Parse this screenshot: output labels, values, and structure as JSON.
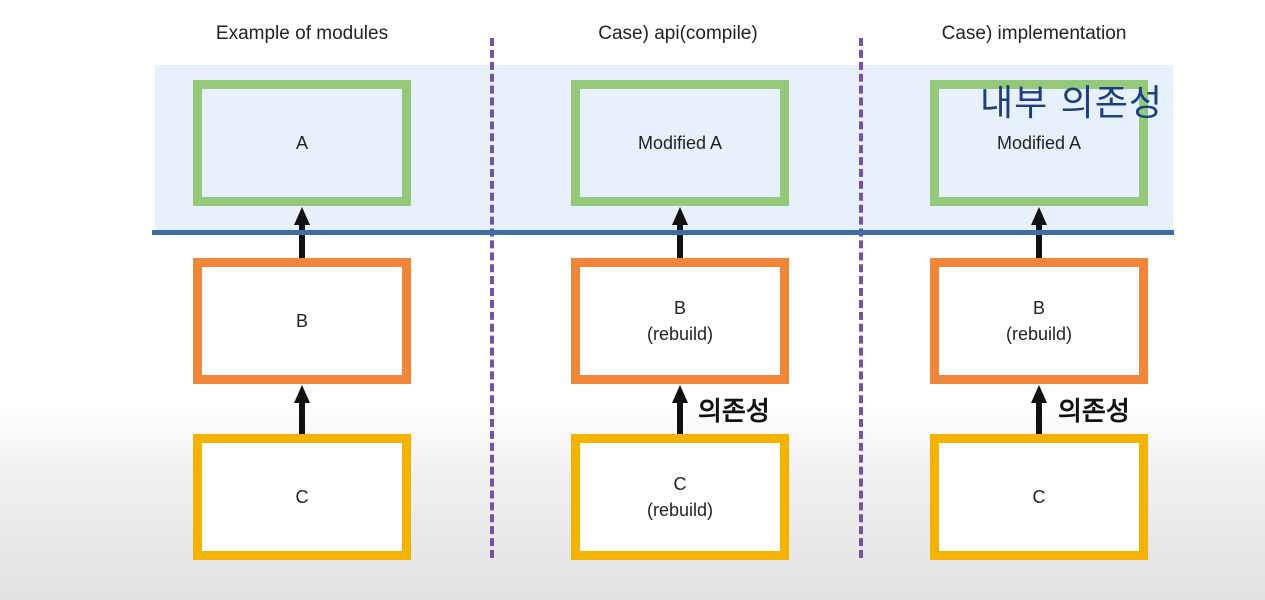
{
  "headers": {
    "col1": "Example of modules",
    "col2": "Case) api(compile)",
    "col3": "Case) implementation"
  },
  "col1": {
    "a": "A",
    "b": "B",
    "c": "C"
  },
  "col2": {
    "a": "Modified A",
    "b_line1": "B",
    "b_line2": "(rebuild)",
    "c_line1": "C",
    "c_line2": "(rebuild)",
    "dep": "의존성"
  },
  "col3": {
    "a": "Modified A",
    "b_line1": "B",
    "b_line2": "(rebuild)",
    "c": "C",
    "dep": "의존성",
    "internal": "내부 의존성"
  },
  "colors": {
    "module_a_border": "#94c97a",
    "module_b_border": "#f0863a",
    "module_c_border": "#f4b300",
    "band": "#e8f1fb",
    "boundary_line": "#3a6ea8",
    "divider": "#7a4fa6",
    "annotation": "#1a3f85"
  }
}
